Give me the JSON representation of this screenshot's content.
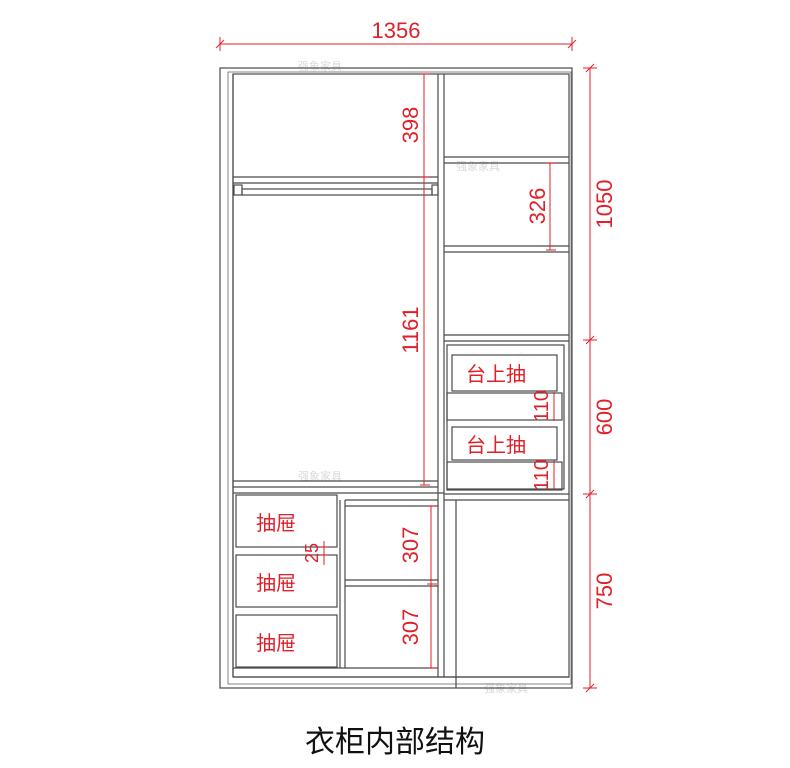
{
  "title": "衣柜内部结构",
  "watermark": "强象家具",
  "colors": {
    "dimension": "#e0202a",
    "outline": "#4a4a4a",
    "caption": "#111111"
  },
  "dimensions": {
    "overall_width": "1356",
    "left_top_shelf": "398",
    "hanging_space": "1161",
    "shelf_a": "307",
    "shelf_b": "307",
    "drawer_gap": "25",
    "right_upper_total": "1050",
    "right_upper_shelf": "326",
    "right_middle_total": "600",
    "drawer_front_1": "110",
    "drawer_front_2": "110",
    "right_lower_total": "750"
  },
  "labels": {
    "drawer_1": "抽屉",
    "drawer_2": "抽屉",
    "drawer_3": "抽屉",
    "top_drawer_1": "台上抽",
    "top_drawer_2": "台上抽"
  }
}
